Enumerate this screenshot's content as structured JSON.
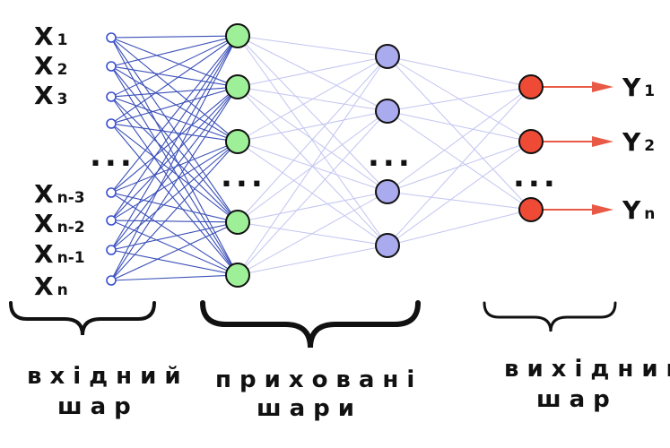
{
  "colors": {
    "input_node": "#3a4fd0",
    "hidden1_fill": "#9df097",
    "hidden2_fill": "#aaaaee",
    "output_fill": "#ee4a35",
    "edge_input": "#3a4fb8",
    "edge_hidden": "#c2c5f0",
    "arrow": "#e85a45"
  },
  "inputs": [
    {
      "main": "X",
      "sub": "1"
    },
    {
      "main": "X",
      "sub": "2"
    },
    {
      "main": "X",
      "sub": "3"
    },
    {
      "main": "",
      "sub": ""
    },
    {
      "main": "X",
      "sub": "n-3"
    },
    {
      "main": "X",
      "sub": "n-2"
    },
    {
      "main": "X",
      "sub": "n-1"
    },
    {
      "main": "X",
      "sub": "n"
    }
  ],
  "outputs": [
    {
      "main": "Y",
      "sub": "1"
    },
    {
      "main": "Y",
      "sub": "2"
    },
    {
      "main": "Y",
      "sub": "n"
    }
  ],
  "ellipsis": "...",
  "captions": {
    "input_line1": "вхідний",
    "input_line2": "шар",
    "hidden_line1": "приховані",
    "hidden_line2": "шари",
    "output_line1": "вихідний",
    "output_line2": "шар"
  }
}
